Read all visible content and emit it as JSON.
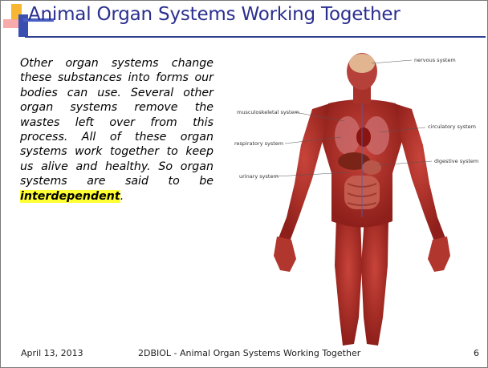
{
  "slide": {
    "title": "Animal Organ Systems Working Together",
    "body": {
      "text_before": "Other organ systems change these substances into forms our bodies can use.  Several other organ systems remove the wastes left over from this process.  All of these organ systems work together to keep us alive and healthy.  So organ systems are said to be ",
      "highlight": "interdependent",
      "text_after": "."
    },
    "figure": {
      "labels": {
        "nervous": "nervous system",
        "musculoskeletal": "musculoskeletal system",
        "circulatory": "circulatory system",
        "respiratory": "respiratory system",
        "digestive": "digestive system",
        "urinary": "urinary system"
      }
    },
    "footer": {
      "date": "April 13, 2013",
      "center": "2DBIOL - Animal Organ Systems Working Together",
      "page": "6"
    },
    "colors": {
      "title": "#2b2f8f",
      "accent_orange": "#f5a623",
      "accent_blue": "#2f3f8f",
      "highlight": "#ffff33",
      "muscle": "#b02b24"
    }
  }
}
